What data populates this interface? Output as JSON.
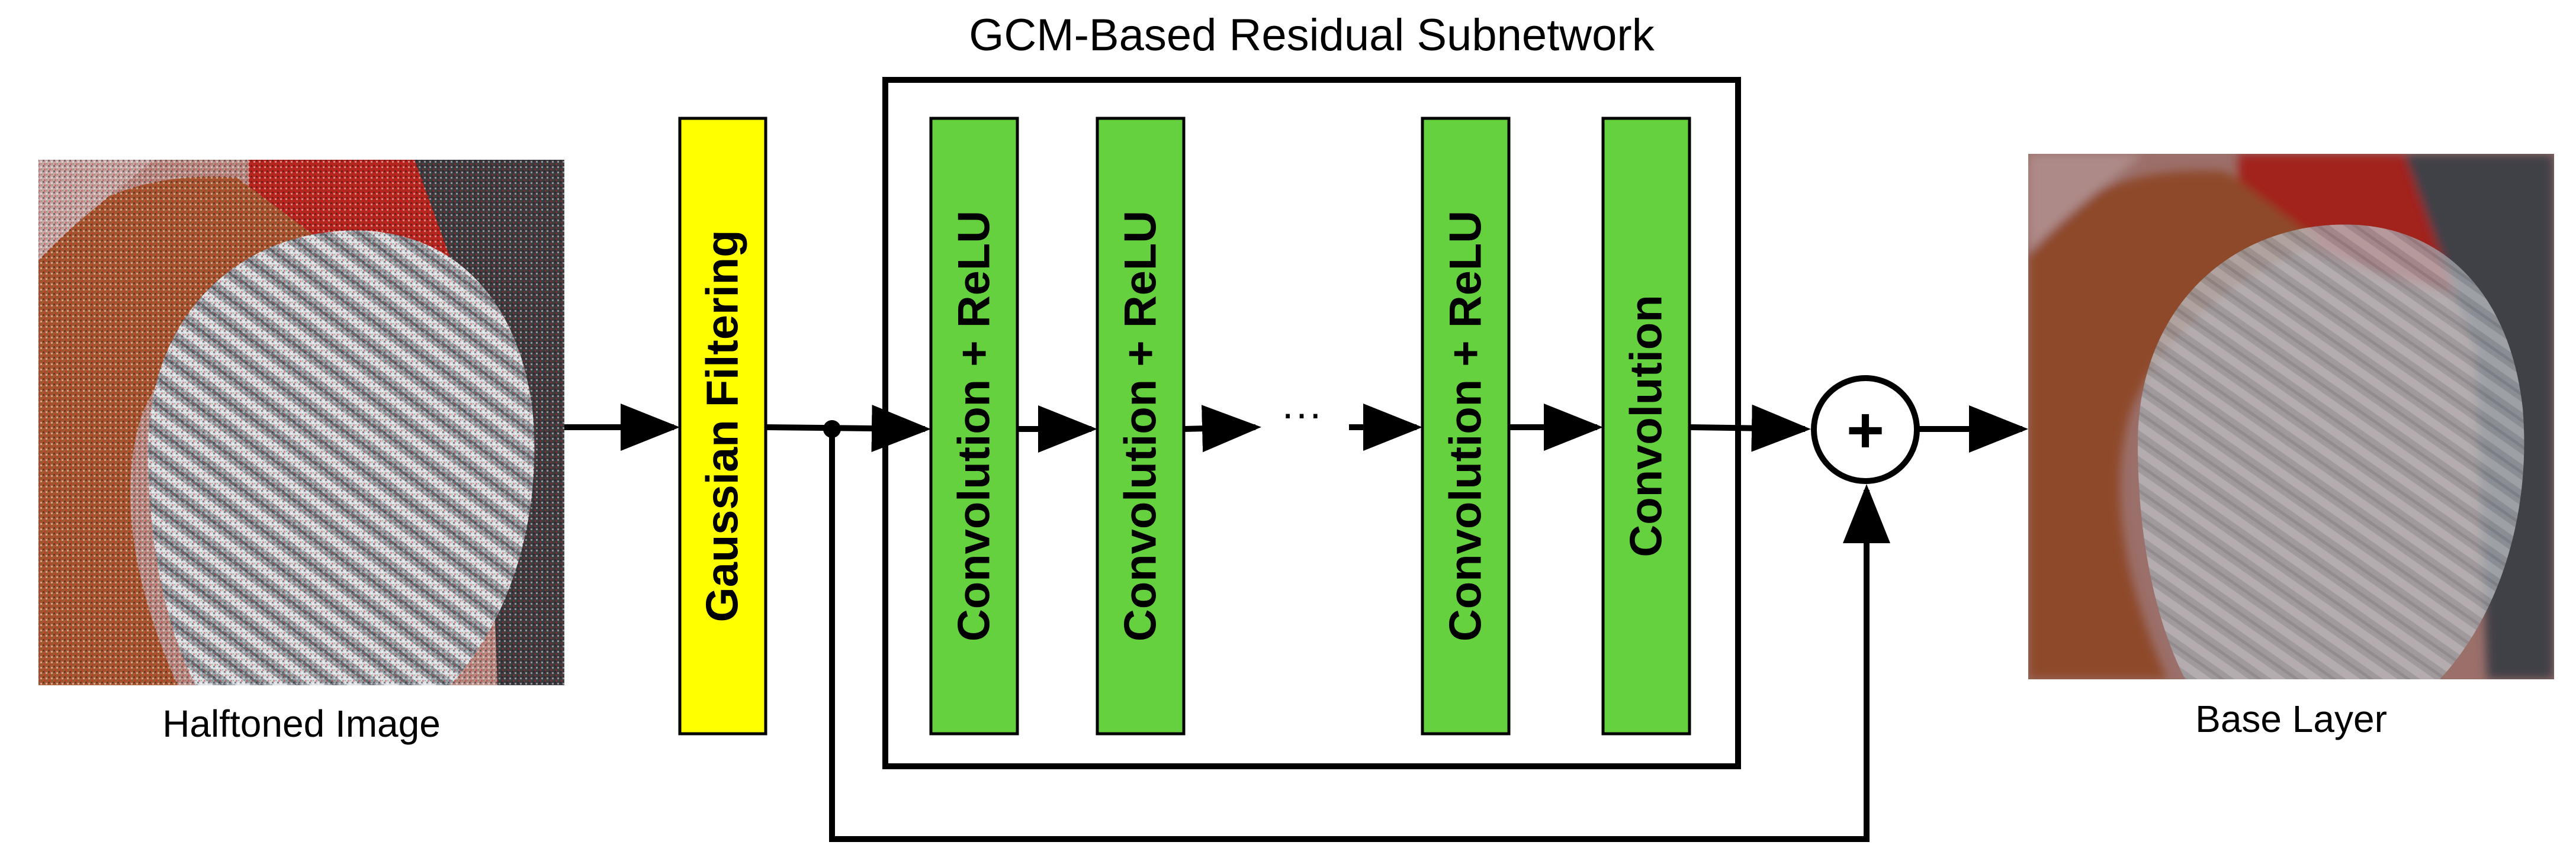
{
  "subnetwork": {
    "title": "GCM-Based Residual Subnetwork"
  },
  "input_image": {
    "caption": "Halftoned Image"
  },
  "output_image": {
    "caption": "Base Layer"
  },
  "filter_block": {
    "label": "Gaussian Filtering",
    "color": "#ffff00"
  },
  "layers": [
    {
      "label": "Convolution + ReLU",
      "color": "#66d13f"
    },
    {
      "label": "Convolution + ReLU",
      "color": "#66d13f"
    },
    {
      "label": "Convolution + ReLU",
      "color": "#66d13f"
    },
    {
      "label": "Convolution",
      "color": "#66d13f"
    }
  ],
  "ellipsis": "···",
  "adder": {
    "symbol": "+"
  }
}
